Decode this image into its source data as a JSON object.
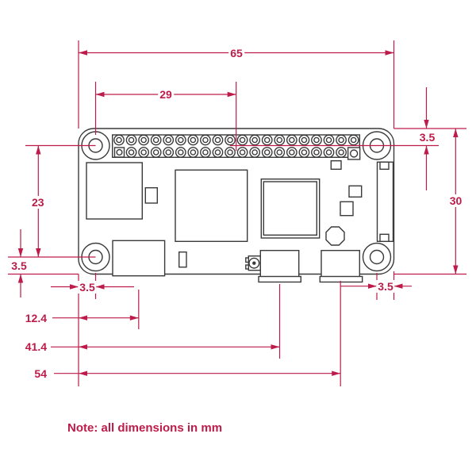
{
  "note": "Note: all dimensions in mm",
  "colors": {
    "dimension": "#bd1c4a",
    "ink": "#3a3a3a"
  },
  "dimensions": {
    "board_width": "65",
    "gpio_center_offset": "29",
    "hole_top_inset": "3.5",
    "board_height": "30",
    "hole_vertical_pitch": "23",
    "hole_bottom_inset": "3.5",
    "hole_left_inset": "3.5",
    "hdmi_center": "12.4",
    "usb_center": "41.4",
    "power_center": "54",
    "hole_right_inset": "3.5"
  }
}
